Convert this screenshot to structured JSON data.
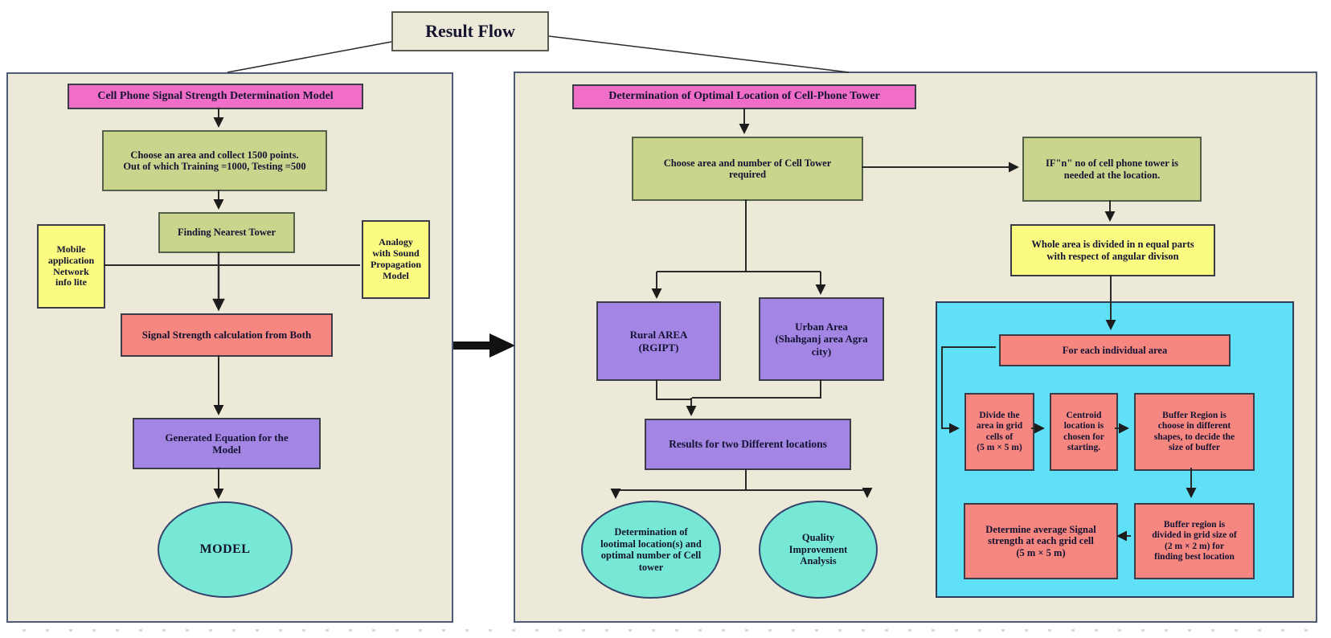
{
  "title": "Result Flow",
  "colors": {
    "panel_bg": "#ede9d8",
    "pink": "#f06ec8",
    "green": "#c9d48d",
    "yellow": "#fbfb82",
    "salmon": "#f68680",
    "purple": "#a385e4",
    "turquoise": "#76e8d5",
    "cyan_region": "#5fe0f7"
  },
  "left_panel": {
    "header": "Cell Phone Signal Strength Determination Model",
    "choose_area": "Choose an area and collect 1500 points.\nOut of which Training =1000, Testing =500",
    "finding_tower": "Finding Nearest Tower",
    "mobile_app": "Mobile\napplication\nNetwork\ninfo lite",
    "analogy": "Analogy\nwith Sound\nPropagation\nModel",
    "signal_calc": "Signal Strength calculation from Both",
    "generated_eq": "Generated Equation for the\nModel",
    "model": "MODEL"
  },
  "right_panel": {
    "header": "Determination of  Optimal Location of Cell-Phone Tower",
    "choose_area": "Choose area and number of Cell Tower\nrequired",
    "if_n": "IF\"n\" no of cell phone tower is\nneeded at the location.",
    "whole_area": "Whole area is divided in n equal parts\nwith respect of angular divison",
    "rural": "Rural AREA\n(RGIPT)",
    "urban": "Urban Area\n(Shahganj area Agra\ncity)",
    "results": "Results for two Different locations",
    "opt_location": "Determination of\nlootimal location(s) and\noptimal number of Cell\ntower",
    "quality": "Quality\nImprovement\nAnalysis",
    "cyan": {
      "for_each": "For each individual area",
      "divide": "Divide the\narea in grid\ncells of\n(5 m × 5 m)",
      "centroid": "Centroid\nlocation is\nchosen for\nstarting.",
      "buffer_choose": "Buffer Region is\nchoose in different\nshapes, to decide the\nsize of buffer",
      "determine_avg": "Determine average Signal\nstrength at each grid cell\n(5 m × 5 m)",
      "buffer_divided": "Buffer region is\ndivided in grid size of\n(2 m × 2 m) for\nfinding best location"
    }
  }
}
